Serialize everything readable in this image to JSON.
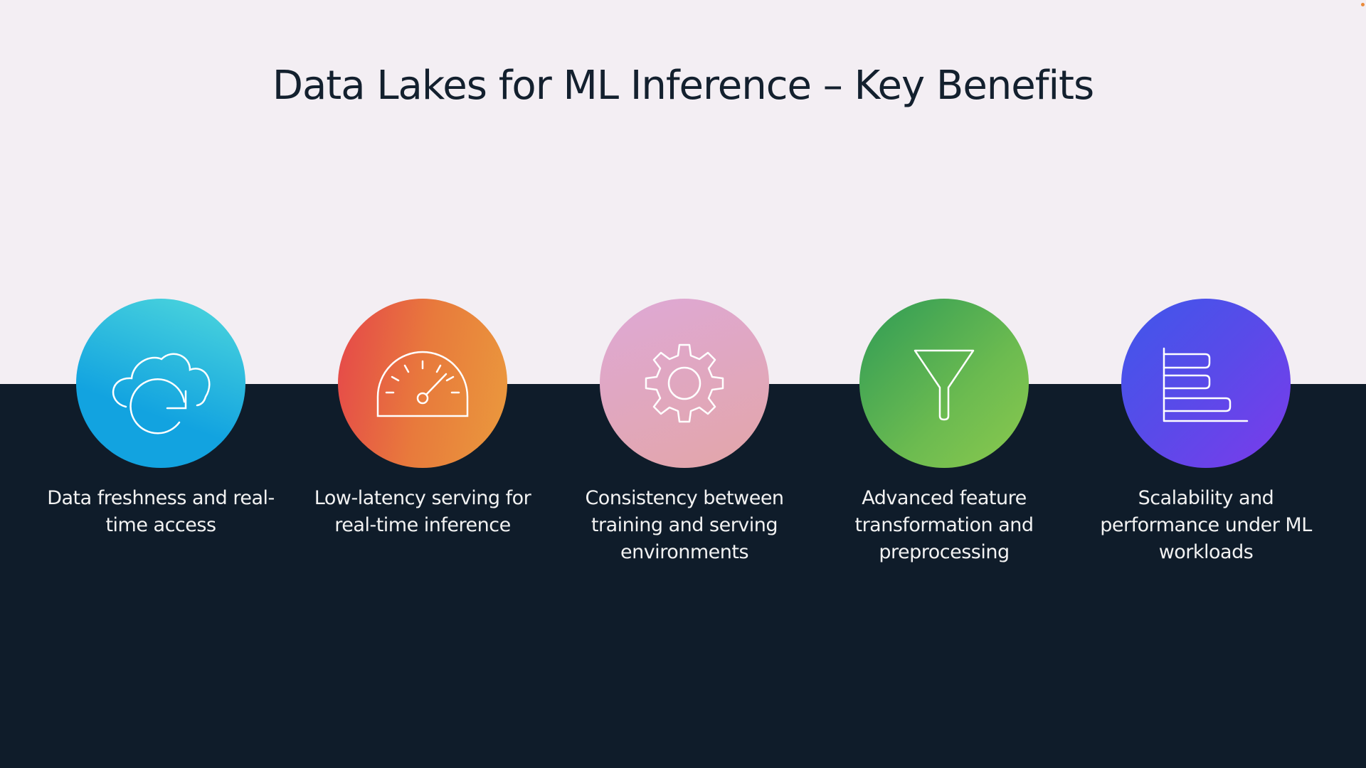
{
  "title": "Data Lakes for ML Inference – Key Benefits",
  "benefits": [
    {
      "icon": "cloud-refresh-icon",
      "label": "Data freshness and real-time access",
      "colors": [
        "#4fd8dc",
        "#12a3e0"
      ]
    },
    {
      "icon": "speedometer-icon",
      "label": "Low-latency serving for real-time inference",
      "colors": [
        "#e5464a",
        "#ea9a3d"
      ]
    },
    {
      "icon": "gear-icon",
      "label": "Consistency between training and serving environments",
      "colors": [
        "#dfa6d3",
        "#e2a6a6"
      ]
    },
    {
      "icon": "funnel-icon",
      "label": "Advanced feature transformation and preprocessing",
      "colors": [
        "#2e9b56",
        "#8bc94e"
      ]
    },
    {
      "icon": "bar-chart-icon",
      "label": "Scalability and performance under ML workloads",
      "colors": [
        "#3f57ea",
        "#7b3beb"
      ]
    }
  ]
}
